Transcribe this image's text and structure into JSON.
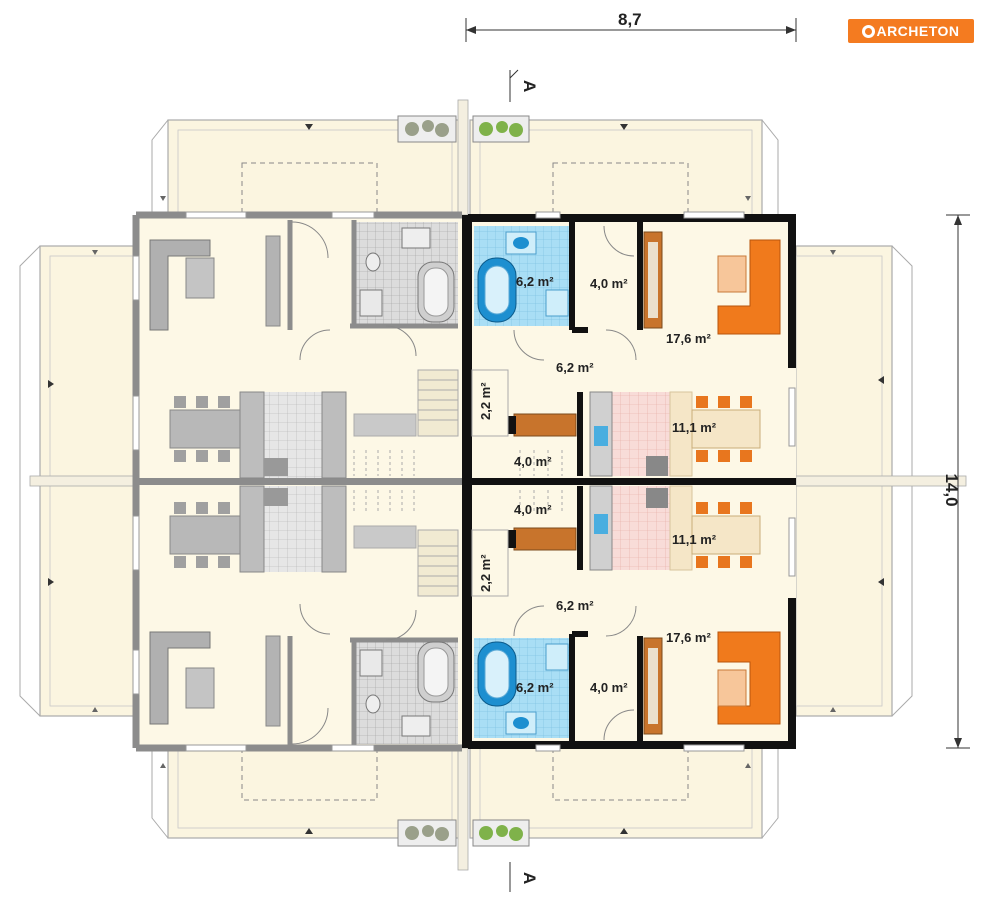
{
  "brand": {
    "logo_text": "ARCHETON",
    "logo_color": "#f47b20"
  },
  "dimensions": {
    "width": "8,7",
    "depth": "14,0"
  },
  "section_marker": "A",
  "rooms": {
    "upper_bath": "6,2 m²",
    "upper_wc": "4,0 m²",
    "upper_living": "17,6 m²",
    "upper_hall": "6,2 m²",
    "upper_kitchen": "11,1 m²",
    "upper_stair": "2,2 m²",
    "upper_vestibule": "4,0 m²",
    "lower_vestibule": "4,0 m²",
    "lower_kitchen": "11,1 m²",
    "lower_stair": "2,2 m²",
    "lower_hall": "6,2 m²",
    "lower_living": "17,6 m²",
    "lower_bath": "6,2 m²",
    "lower_wc": "4,0 m²"
  },
  "colors": {
    "floor": "#fdf8e6",
    "terrace": "#fbf5e0",
    "wall_dark": "#111111",
    "wall_grey": "#8c8c8c",
    "bath": "#a9def5",
    "tub": "#1d8fd0",
    "sofa": "#f07a1c",
    "table": "#7a4a1c",
    "chair": "#e8761e",
    "kitchen_tile": "#f8dcd8",
    "counter": "#f5e6c7",
    "furniture_grey": "#a9a9a9"
  }
}
